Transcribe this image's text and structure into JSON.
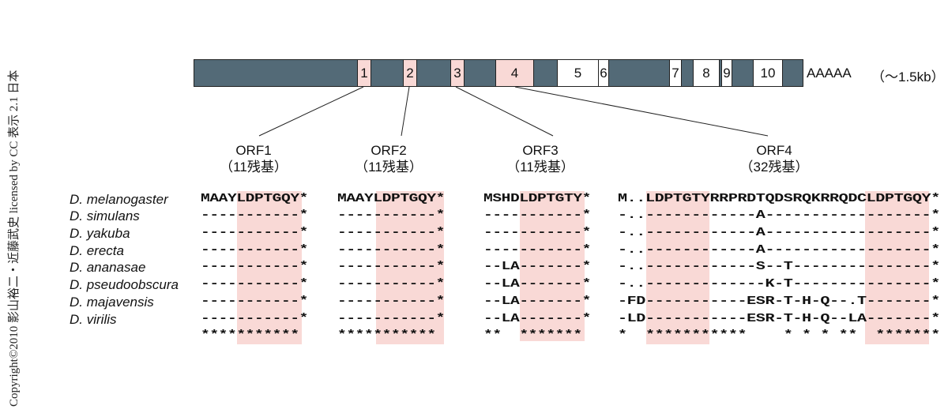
{
  "copyright": "Copyright©2010 影山裕二・近藤武史 licensed by CC 表示 2.1 日本",
  "gene": {
    "exons": [
      {
        "label": "1",
        "type": "orf"
      },
      {
        "label": "2",
        "type": "orf"
      },
      {
        "label": "3",
        "type": "orf"
      },
      {
        "label": "4",
        "type": "orf"
      },
      {
        "label": "5",
        "type": "plain"
      },
      {
        "label": "6",
        "type": "plain"
      },
      {
        "label": "7",
        "type": "plain"
      },
      {
        "label": "8",
        "type": "plain"
      },
      {
        "label": "9",
        "type": "plain"
      },
      {
        "label": "10",
        "type": "plain"
      }
    ],
    "polyA": "AAAAA",
    "size": "（〜1.5kb）",
    "colors": {
      "body": "#536a77",
      "orf": "#f9d9d6",
      "plain": "#ffffff"
    }
  },
  "orfs": [
    {
      "name": "ORF1",
      "length": "（11残基）"
    },
    {
      "name": "ORF2",
      "length": "（11残基）"
    },
    {
      "name": "ORF3",
      "length": "（11残基）"
    },
    {
      "name": "ORF4",
      "length": "（32残基）"
    }
  ],
  "species": [
    "D. melanogaster",
    "D. simulans",
    "D. yakuba",
    "D. erecta",
    "D. ananasae",
    "D. pseudoobscura",
    "D. majavensis",
    "D. virilis"
  ],
  "alignments": {
    "orf1": [
      "MAAYLDPTGQY*",
      "-----------*",
      "-----------*",
      "-----------*",
      "-----------*",
      "-----------*",
      "-----------*",
      "-----------*",
      "***********"
    ],
    "orf2": [
      "MAAYLDPTGQY*",
      "-----------*",
      "-----------*",
      "-----------*",
      "-----------*",
      "-----------*",
      "-----------*",
      "-----------*",
      "***********"
    ],
    "orf3": [
      "MSHDLDPTGTY*",
      "-----------*",
      "-----------*",
      "-----------*",
      "--LA-------*",
      "--LA-------*",
      "--LA-------*",
      "--LA-------*",
      "**  *******"
    ],
    "orf4": [
      "M..LDPTGTYRRPRDTQDSRQKRRQDCLDPTGQY*",
      "-..------------A------------------*",
      "-..------------A------------------*",
      "-..------------A------------------*",
      "-..------------S--T---------------*",
      "-..-------------K-T---------------*",
      "-FD-----------ESR-T-H-Q--.T-------*",
      "-LD-----------ESR-T-H-Q--LA-------*",
      "*  ***********    * * * **  *******"
    ]
  },
  "motif": "LDPTG"
}
